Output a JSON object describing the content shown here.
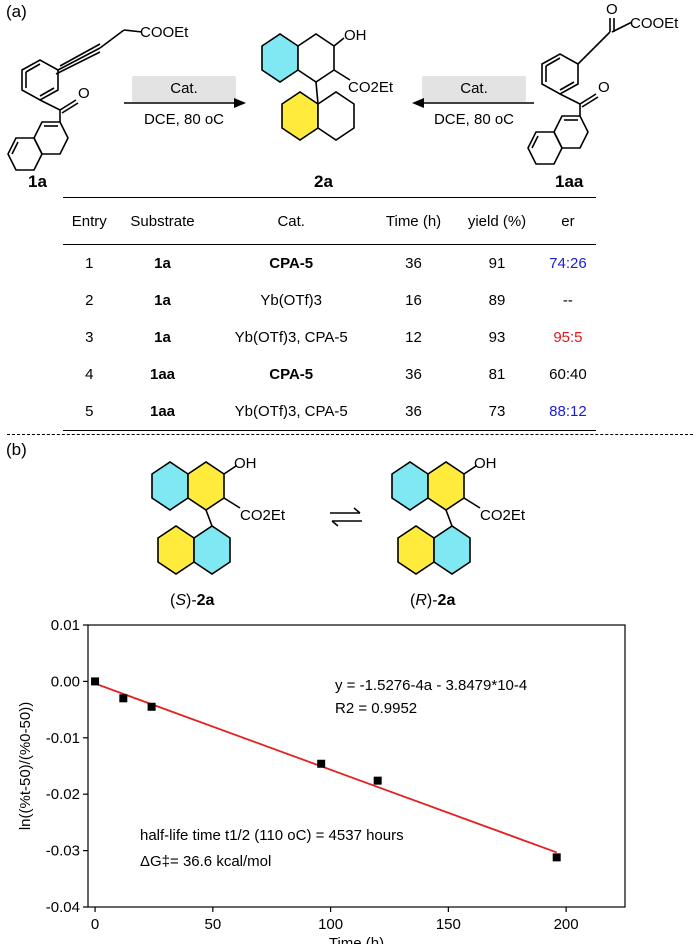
{
  "panel_a": {
    "label": "(a)",
    "compounds": {
      "left": {
        "label": "1a",
        "substituent": "COOEt",
        "ketone": "O"
      },
      "center": {
        "label": "2a",
        "oh": "OH",
        "ester": "CO2Et"
      },
      "right": {
        "label": "1aa",
        "substituent": "COOEt",
        "ketone_top": "O",
        "ketone": "O"
      }
    },
    "conditions": {
      "catalyst": "Cat.",
      "solvent_temp": "DCE, 80 oC"
    },
    "table": {
      "headers": [
        "Entry",
        "Substrate",
        "Cat.",
        "Time (h)",
        "yield (%)",
        "er"
      ],
      "rows": [
        {
          "entry": "1",
          "substrate": "1a",
          "cat": "CPA-5",
          "time": "36",
          "yield": "91",
          "er": "74:26",
          "er_color": "#1b1bd8"
        },
        {
          "entry": "2",
          "substrate": "1a",
          "cat": "Yb(OTf)3",
          "time": "16",
          "yield": "89",
          "er": "--",
          "er_color": "#000000"
        },
        {
          "entry": "3",
          "substrate": "1a",
          "cat": "Yb(OTf)3, CPA-5",
          "time": "12",
          "yield": "93",
          "er": "95:5",
          "er_color": "#e01818"
        },
        {
          "entry": "4",
          "substrate": "1aa",
          "cat": "CPA-5",
          "time": "36",
          "yield": "81",
          "er": "60:40",
          "er_color": "#000000"
        },
        {
          "entry": "5",
          "substrate": "1aa",
          "cat": "Yb(OTf)3, CPA-5",
          "time": "36",
          "yield": "73",
          "er": "88:12",
          "er_color": "#1b1bd8"
        }
      ]
    }
  },
  "panel_b": {
    "label": "(b)",
    "left_isomer": {
      "stereo": "S",
      "label": "2a"
    },
    "right_isomer": {
      "stereo": "R",
      "label": "2a"
    },
    "oh": "OH",
    "ester": "CO2Et"
  },
  "chart_data": {
    "type": "scatter",
    "xlabel": "Time (h)",
    "ylabel": "ln((%t-50)/(%0-50))",
    "xlim": [
      -3,
      225
    ],
    "ylim": [
      -0.04,
      0.01
    ],
    "xticks": [
      0,
      50,
      100,
      150,
      200
    ],
    "yticks": [
      0.01,
      0.0,
      -0.01,
      -0.02,
      -0.03,
      -0.04
    ],
    "ytick_labels": [
      "0.01",
      "0.00",
      "-0.01",
      "-0.02",
      "-0.03",
      "-0.04"
    ],
    "points": [
      {
        "x": 0,
        "y": 0.0
      },
      {
        "x": 12,
        "y": -0.003
      },
      {
        "x": 24,
        "y": -0.0045
      },
      {
        "x": 96,
        "y": -0.0146
      },
      {
        "x": 120,
        "y": -0.0176
      },
      {
        "x": 196,
        "y": -0.0312
      }
    ],
    "fit": {
      "slope": -0.00015276,
      "intercept": -0.00038479,
      "x_range": [
        0,
        196
      ],
      "color": "#e52020"
    },
    "equation": "y = -1.5276-4a - 3.8479*10-4",
    "r_squared": "R2 = 0.9952",
    "annotation_halflife": "half-life time t1/2 (110 oC) = 4537 hours",
    "annotation_dg": "ΔG‡= 36.6 kcal/mol",
    "grid": false,
    "legend": "none"
  }
}
